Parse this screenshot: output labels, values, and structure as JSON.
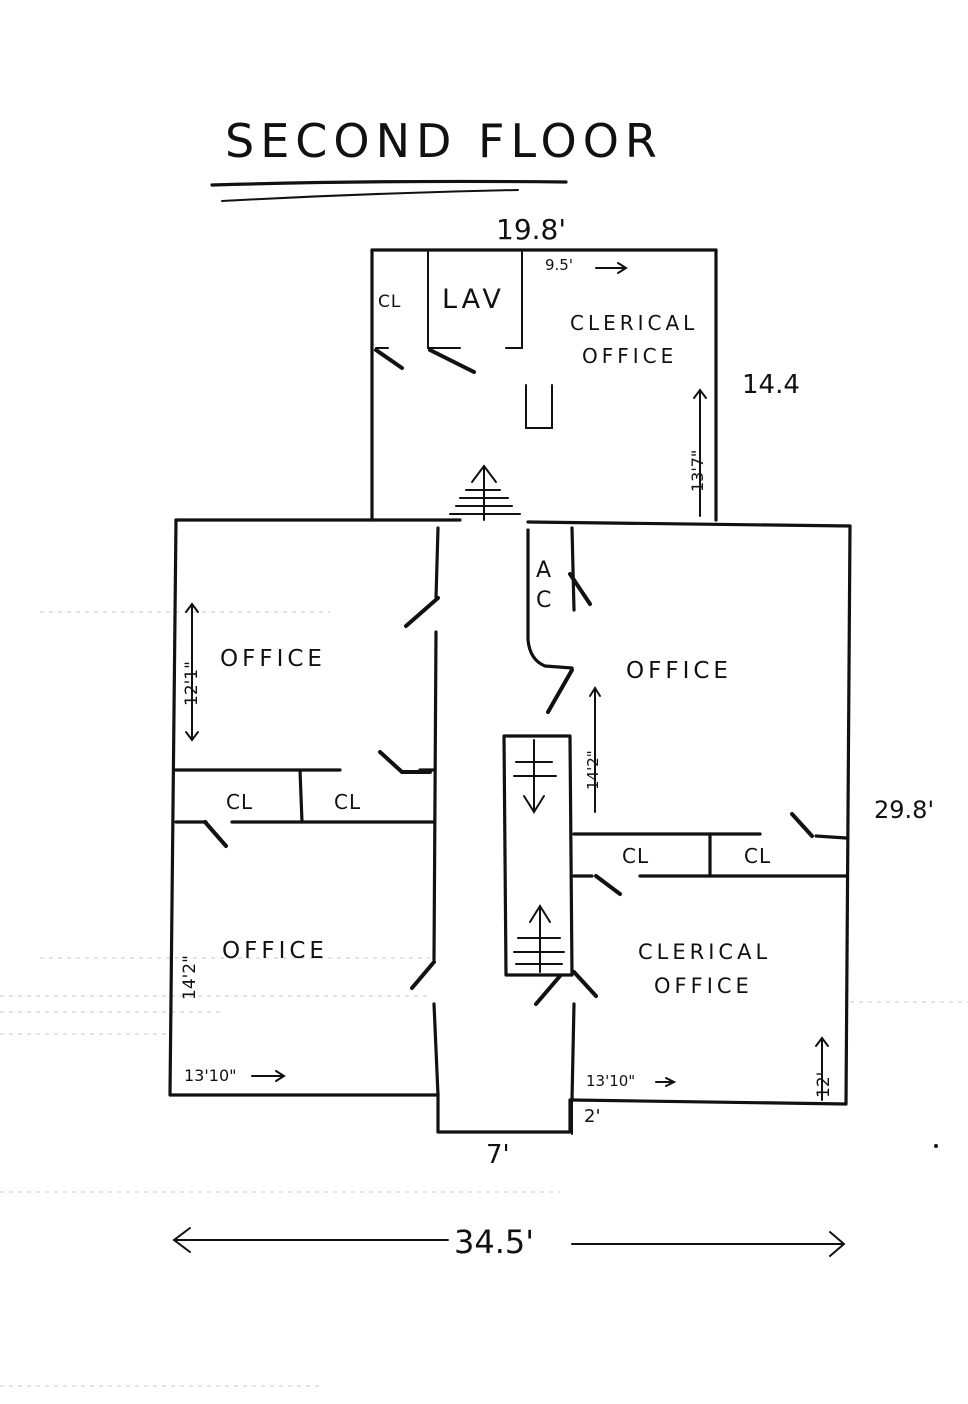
{
  "title": "SECOND FLOOR",
  "rooms": {
    "lav": "LAV",
    "top_cl": "CL",
    "top_clerical": [
      "CLERICAL",
      "OFFICE"
    ],
    "ac": [
      "A",
      "C"
    ],
    "left_office_upper": "OFFICE",
    "left_office_lower": "OFFICE",
    "right_office": "OFFICE",
    "left_cl_1": "CL",
    "left_cl_2": "CL",
    "right_cl_1": "CL",
    "right_cl_2": "CL",
    "bottom_clerical": [
      "CLERICAL",
      "OFFICE"
    ]
  },
  "dimensions": {
    "top_width": "19.8'",
    "clerical_top_width": "9.5'",
    "top_height": "14.4",
    "clerical_top_height": "13'7\"",
    "left_upper_office": "12'1\"",
    "left_lower_office": "14'2\"",
    "left_lower_width": "13'10\"",
    "stair_length": "14'2\"",
    "right_height": "29.8'",
    "right_lower_width": "13'10\"",
    "right_lower_height": "12'",
    "offset": "2'",
    "corridor_width": "7'",
    "overall_width": "34.5'"
  },
  "icons": {
    "stairs_up_top": "stairs-up-icon",
    "stairs_down": "stairs-down-icon",
    "stairs_up_bottom": "stairs-up-icon"
  }
}
